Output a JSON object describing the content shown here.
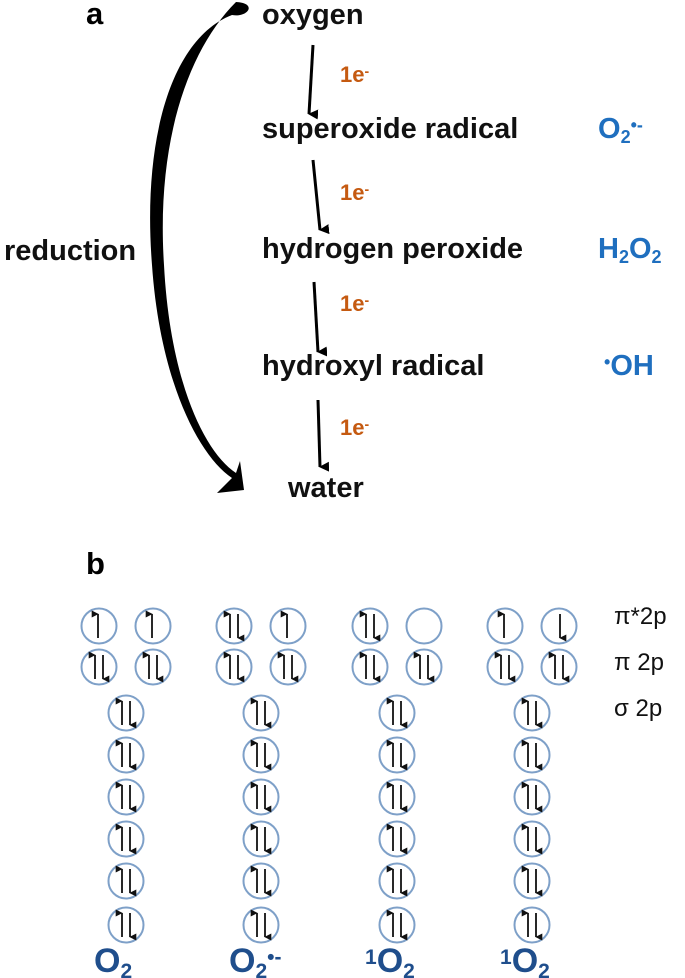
{
  "colors": {
    "text": "#111111",
    "electron_label": "#c55a11",
    "formula": "#1f6fbf",
    "column_label": "#1f4e8c",
    "orbital_stroke": "#7ea0c8",
    "arrow": "#000000"
  },
  "panel_a": {
    "label": "a",
    "side_label": "reduction",
    "electron_label": "1e",
    "electron_sup": "-",
    "steps": [
      {
        "name": "oxygen",
        "formula": null
      },
      {
        "name": "superoxide radical",
        "formula": {
          "parts": [
            {
              "t": "O"
            },
            {
              "t": "2",
              "sub": true
            },
            {
              "t": "•-",
              "sup": true
            }
          ]
        }
      },
      {
        "name": "hydrogen peroxide",
        "formula": {
          "parts": [
            {
              "t": "H"
            },
            {
              "t": "2",
              "sub": true
            },
            {
              "t": "O"
            },
            {
              "t": "2",
              "sub": true
            }
          ]
        }
      },
      {
        "name": "hydroxyl radical",
        "formula": {
          "parts": [
            {
              "t": "•",
              "sup": true
            },
            {
              "t": "OH"
            }
          ]
        }
      },
      {
        "name": "water",
        "formula": null
      }
    ]
  },
  "panel_b": {
    "label": "b",
    "orbital_labels": [
      "π*2p",
      "π 2p",
      "σ 2p"
    ],
    "columns": [
      {
        "label": {
          "parts": [
            {
              "t": "O"
            },
            {
              "t": "2",
              "sub": true
            }
          ]
        },
        "pi_star": [
          "up",
          "up"
        ],
        "pi": [
          "pair",
          "pair"
        ],
        "stack": [
          "pair",
          "pair",
          "pair",
          "pair",
          "pair",
          "pair"
        ]
      },
      {
        "label": {
          "parts": [
            {
              "t": "O"
            },
            {
              "t": "2",
              "sub": true
            },
            {
              "t": "•-",
              "sup": true
            }
          ]
        },
        "pi_star": [
          "pair",
          "up"
        ],
        "pi": [
          "pair",
          "pair"
        ],
        "stack": [
          "pair",
          "pair",
          "pair",
          "pair",
          "pair",
          "pair"
        ]
      },
      {
        "label": {
          "parts": [
            {
              "t": "1",
              "sup": true
            },
            {
              "t": "O"
            },
            {
              "t": "2",
              "sub": true
            }
          ]
        },
        "pi_star": [
          "pair",
          "empty"
        ],
        "pi": [
          "pair",
          "pair"
        ],
        "stack": [
          "pair",
          "pair",
          "pair",
          "pair",
          "pair",
          "pair"
        ]
      },
      {
        "label": {
          "parts": [
            {
              "t": "1",
              "sup": true
            },
            {
              "t": "O"
            },
            {
              "t": "2",
              "sub": true
            }
          ]
        },
        "pi_star": [
          "up",
          "down"
        ],
        "pi": [
          "pair",
          "pair"
        ],
        "stack": [
          "pair",
          "pair",
          "pair",
          "pair",
          "pair",
          "pair"
        ]
      }
    ]
  }
}
